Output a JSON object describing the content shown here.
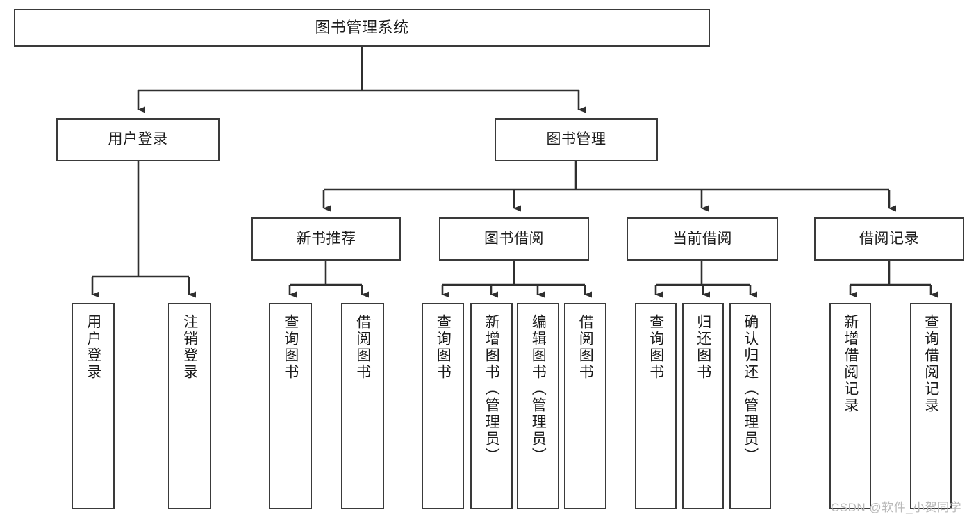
{
  "diagram": {
    "title": "图书管理系统",
    "type": "tree-hierarchy-diagram",
    "colors": {
      "box_border": "#3a3a3a",
      "box_fill": "#ffffff",
      "connector": "#2f2f2f",
      "text": "#1b1b1b",
      "watermark": "#b9b9b9"
    },
    "root": {
      "label": "图书管理系统"
    },
    "level2": [
      {
        "label": "用户登录"
      },
      {
        "label": "图书管理"
      }
    ],
    "level3": [
      {
        "label": "新书推荐"
      },
      {
        "label": "图书借阅"
      },
      {
        "label": "当前借阅"
      },
      {
        "label": "借阅记录"
      }
    ],
    "leaves": {
      "user_login": [
        {
          "label": "用户登录"
        },
        {
          "label": "注销登录"
        }
      ],
      "new_book_recommend": [
        {
          "label": "查询图书"
        },
        {
          "label": "借阅图书"
        }
      ],
      "book_borrow": [
        {
          "label": "查询图书"
        },
        {
          "label": "新增图书（管理员）"
        },
        {
          "label": "编辑图书（管理员）"
        },
        {
          "label": "借阅图书"
        }
      ],
      "current_borrow": [
        {
          "label": "查询图书"
        },
        {
          "label": "归还图书"
        },
        {
          "label": "确认归还（管理员）"
        }
      ],
      "borrow_record": [
        {
          "label": "新增借阅记录"
        },
        {
          "label": "查询借阅记录"
        }
      ]
    },
    "watermark": "CSDN @软件_小贺同学"
  }
}
